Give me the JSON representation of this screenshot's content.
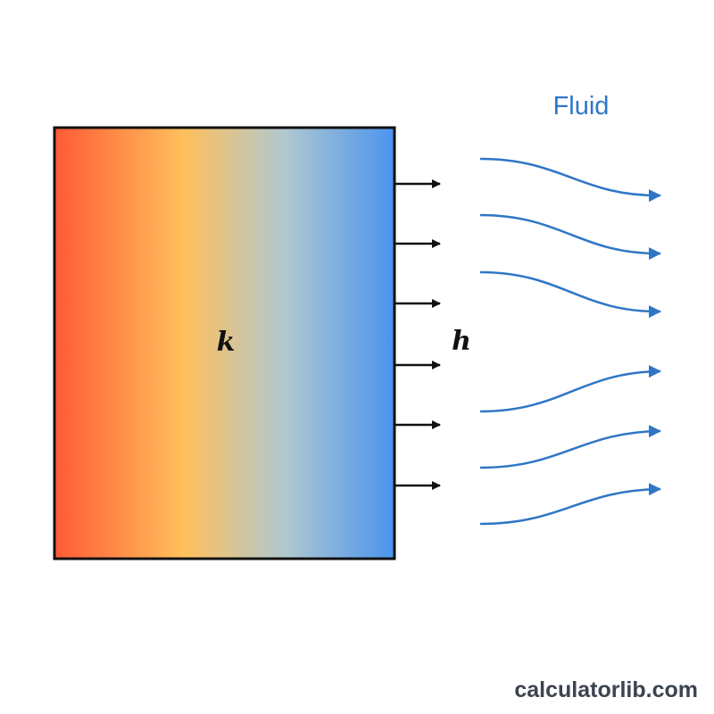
{
  "labels": {
    "conductivity": "k",
    "convection_coefficient": "h",
    "fluid": "Fluid",
    "watermark": "calculatorlib.com"
  },
  "slab_gradient": [
    "#ff5a36",
    "#ffc05c",
    "#afc8d0",
    "#4a94ee"
  ],
  "colors": {
    "outline": "#111111",
    "heat_arrow": "#111111",
    "fluid": "#2f76c6"
  },
  "heat_arrow_count": 6,
  "flow_line_count": 6
}
